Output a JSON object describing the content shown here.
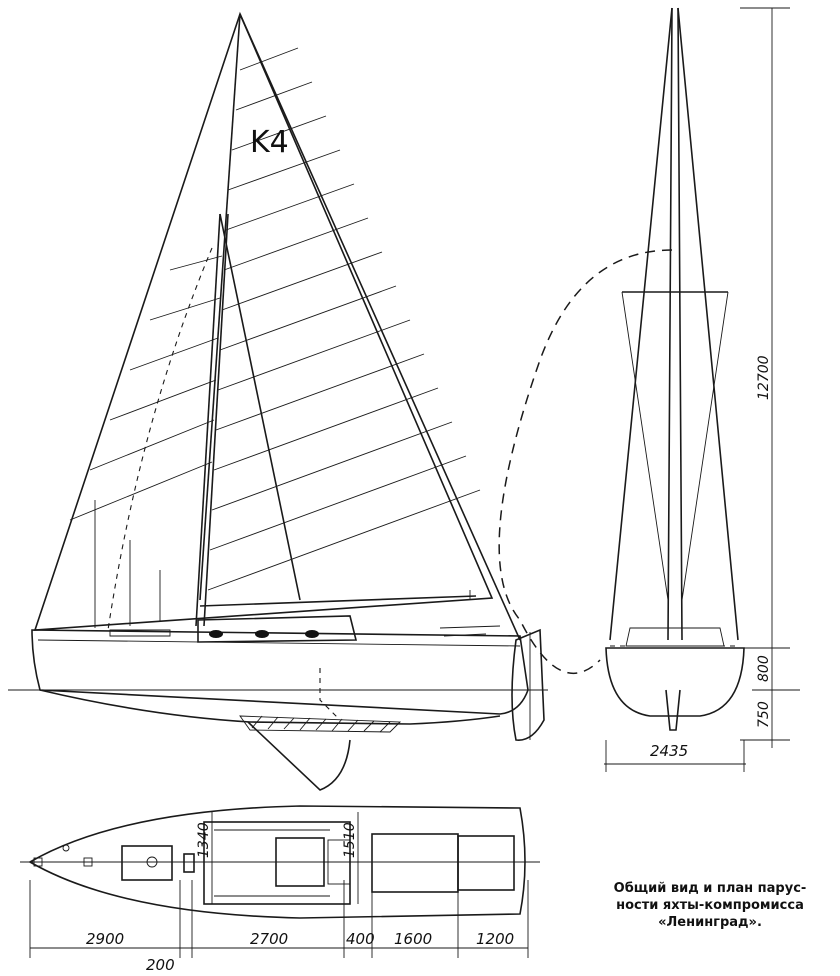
{
  "sail_number": "K4",
  "dimensions": {
    "mast_height": "12700",
    "freeboard": "800",
    "draft": "750",
    "beam": "2435",
    "cockpit_width": "1340",
    "deck_width": "1510",
    "plan_2900": "2900",
    "plan_200": "200",
    "plan_2700": "2700",
    "plan_400": "400",
    "plan_1600": "1600",
    "plan_1200": "1200"
  },
  "caption": {
    "line1": "Общий вид и план парус-",
    "line2": "ности яхты-компромисса",
    "line3": "«Ленинград»."
  }
}
